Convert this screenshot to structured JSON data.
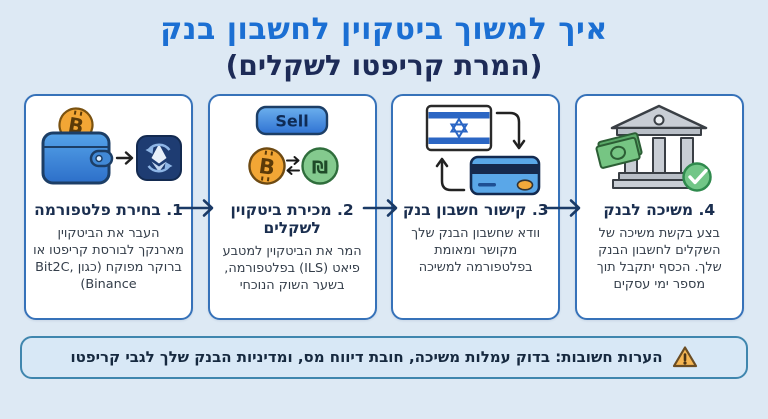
{
  "title": {
    "line1": "איך למשוך ביטקוין לחשבון בנק",
    "line2": "(המרת קריפטו לשקלים)"
  },
  "steps": [
    {
      "title": "1. בחירת פלטפורמה",
      "body": "העבר את הביטקוין מארנקך לבורסת קריפטו או ברוקר מפוקח (כגון Bit2C, Binance)",
      "icon": "wallet-to-exchange-icon"
    },
    {
      "title": "2. מכירת ביטקוין לשקלים",
      "body": "המר את הביטקוין למטבע פיאט (ILS) בפלטפורמה, בשער השוק הנוכחי",
      "icon": "sell-bitcoin-for-shekel-icon",
      "sell_label": "Sell"
    },
    {
      "title": "3. קישור חשבון בנק",
      "body": "וודא שחשבון הבנק שלך מקושר ומאומת בפלטפורמה למשיכה",
      "icon": "israel-flag-card-link-icon"
    },
    {
      "title": "4. משיכה לבנק",
      "body": "בצע בקשת משיכה של השקלים לחשבון הבנק שלך. הכסף יתקבל תוך מספר ימי עסקים",
      "icon": "bank-withdrawal-icon"
    }
  ],
  "symbols": {
    "bitcoin": "B",
    "shekel": "₪"
  },
  "footer": {
    "label": "הערות חשובות:",
    "text": "בדוק עמלות משיכה, חובת דיווח מס, ומדיניות הבנק שלך לגבי קריפטו",
    "icon": "warning-icon"
  },
  "colors": {
    "background": "#dde9f4",
    "card_border": "#3672b9",
    "title_primary": "#1b6fd3",
    "title_secondary": "#1d2b57",
    "arrow": "#1a3a66",
    "footer_border": "#3f86ae",
    "footer_bg": "#d8e8f6",
    "bitcoin_orange": "#f2a635",
    "shekel_green": "#84ca8e"
  }
}
